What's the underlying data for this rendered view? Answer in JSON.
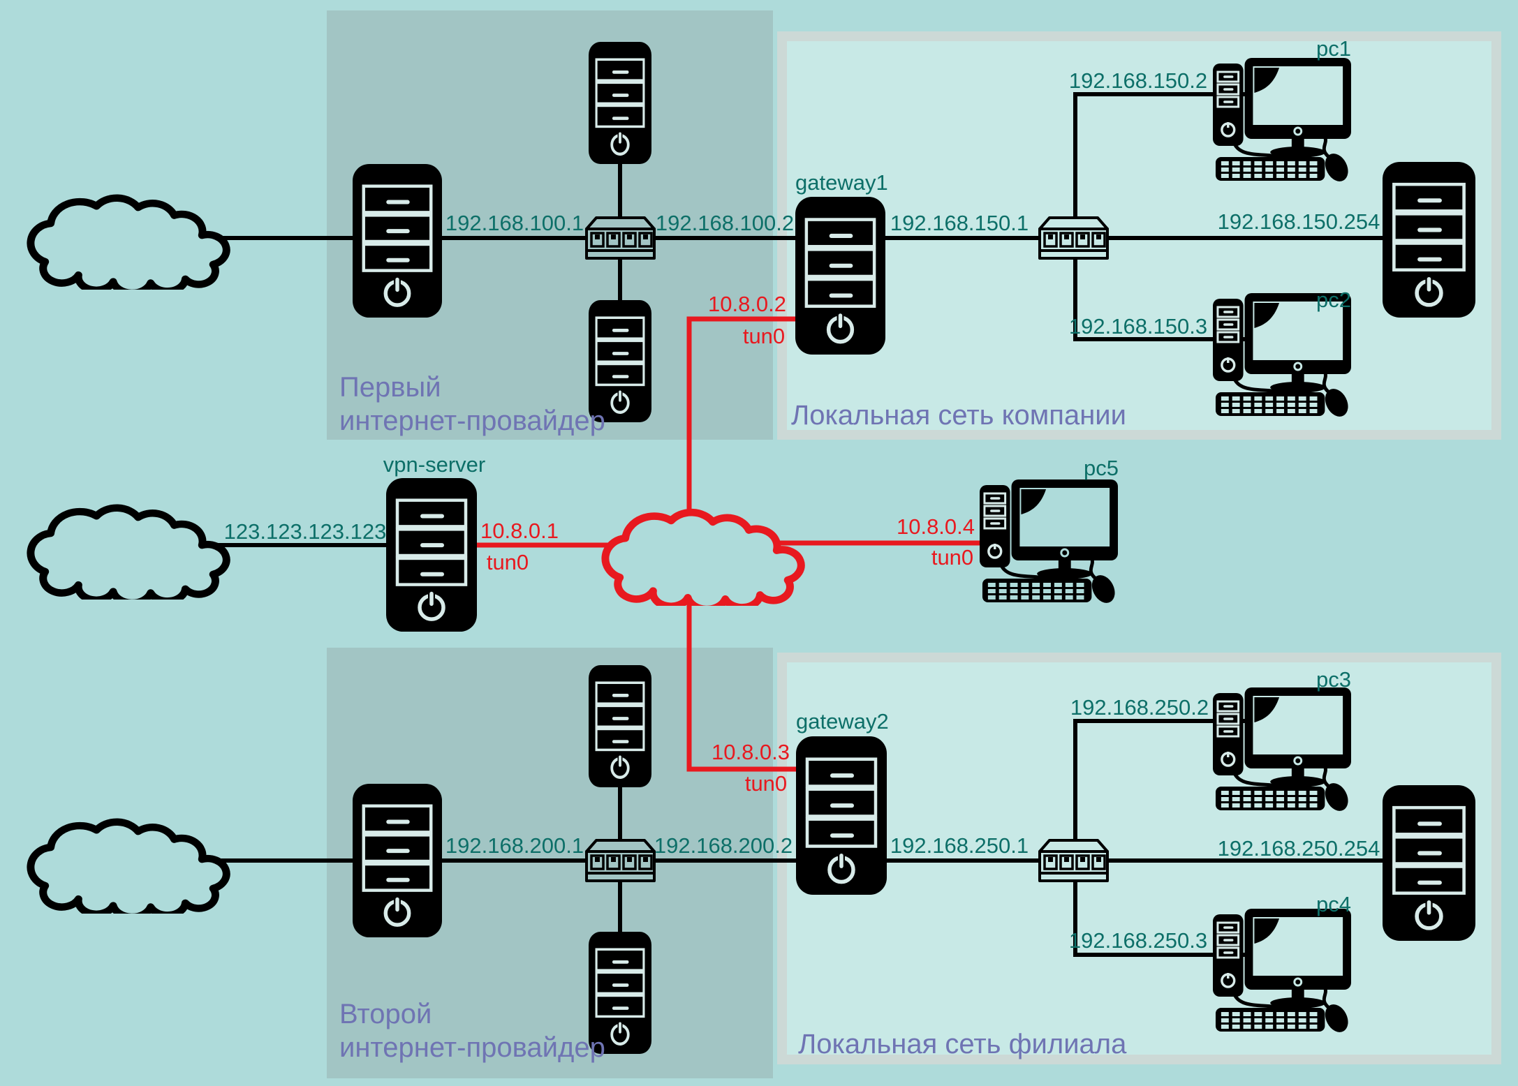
{
  "colors": {
    "background": "#aedbda",
    "isp_box": "#a2c5c4",
    "lan_box_fill": "#c8e9e6",
    "lan_box_border": "#ccd9d6",
    "teal_text": "#0d6f68",
    "purple_text": "#6f74b3",
    "red": "#e8191f",
    "icon_black": "#000000"
  },
  "isp1": {
    "region_label_line1": "Первый",
    "region_label_line2": "интернет-провайдер",
    "router_wan_ip": "192.168.100.1"
  },
  "company_lan": {
    "region_label": "Локальная сеть компании",
    "gateway": {
      "name": "gateway1",
      "wan_ip": "192.168.100.2",
      "lan_ip": "192.168.150.1",
      "tun_ip": "10.8.0.2",
      "tun_if": "tun0"
    },
    "pc1": {
      "name": "pc1",
      "ip": "192.168.150.2"
    },
    "pc2": {
      "name": "pc2",
      "ip": "192.168.150.3"
    },
    "server_ip": "192.168.150.254"
  },
  "vpn_server": {
    "name": "vpn-server",
    "public_ip": "123.123.123.123",
    "tun_ip": "10.8.0.1",
    "tun_if": "tun0"
  },
  "pc5": {
    "name": "pc5",
    "tun_ip": "10.8.0.4",
    "tun_if": "tun0"
  },
  "isp2": {
    "region_label_line1": "Второй",
    "region_label_line2": "интернет-провайдер",
    "router_wan_ip": "192.168.200.1"
  },
  "branch_lan": {
    "region_label": "Локальная сеть филиала",
    "gateway": {
      "name": "gateway2",
      "wan_ip": "192.168.200.2",
      "lan_ip": "192.168.250.1",
      "tun_ip": "10.8.0.3",
      "tun_if": "tun0"
    },
    "pc3": {
      "name": "pc3",
      "ip": "192.168.250.2"
    },
    "pc4": {
      "name": "pc4",
      "ip": "192.168.250.3"
    },
    "server_ip": "192.168.250.254"
  }
}
